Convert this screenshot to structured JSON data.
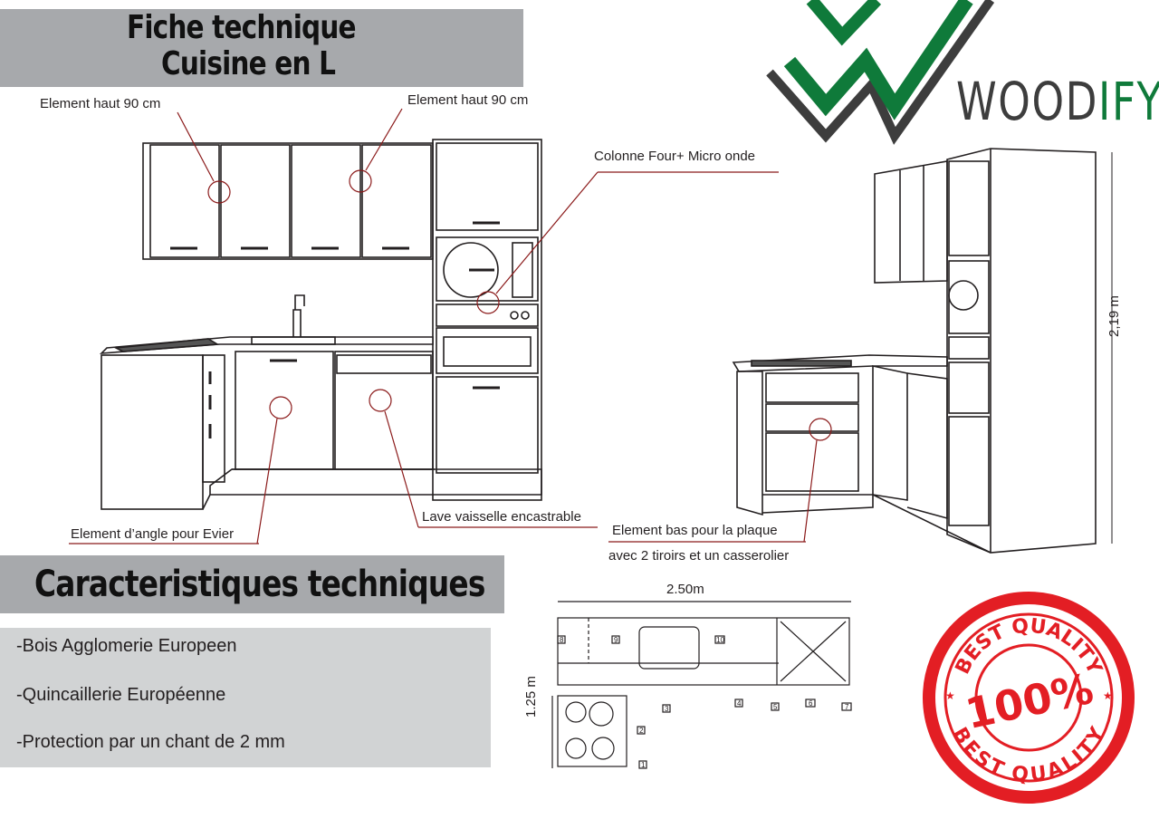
{
  "header": {
    "title_line1": "Fiche technique",
    "title_line2": "Cuisine en L"
  },
  "brand": {
    "name_part1": "WOOD",
    "name_part2": "IFY",
    "logo_icon": "w-logo-icon",
    "green": "#0f7a3a",
    "grey": "#3d3d3d"
  },
  "callouts": {
    "upper_left": "Element haut 90 cm",
    "upper_right": "Element haut 90 cm",
    "oven_column": "Colonne Four+ Micro onde",
    "sink_corner": "Element d’angle pour Evier",
    "dishwasher": "Lave vaisselle encastrable",
    "hob_unit_line1": "Element  bas pour la plaque",
    "hob_unit_line2": "avec 2 tiroirs et un casserolier"
  },
  "dimensions": {
    "height": "2,19 m",
    "width": "2.50m",
    "depth": "1.25 m",
    "plan_numbers": [
      "1",
      "2",
      "3",
      "4",
      "5",
      "6",
      "7",
      "8",
      "9",
      "10"
    ]
  },
  "specs": {
    "title": "Caracteristiques techniques",
    "items": [
      "-Bois Agglomerie Europeen",
      "-Quincaillerie Européenne",
      "-Protection par un chant de 2 mm"
    ]
  },
  "badge": {
    "top_text": "BEST QUALITY",
    "center_text": "100%",
    "bottom_text": "BEST QUALITY",
    "color": "#e31e24"
  }
}
